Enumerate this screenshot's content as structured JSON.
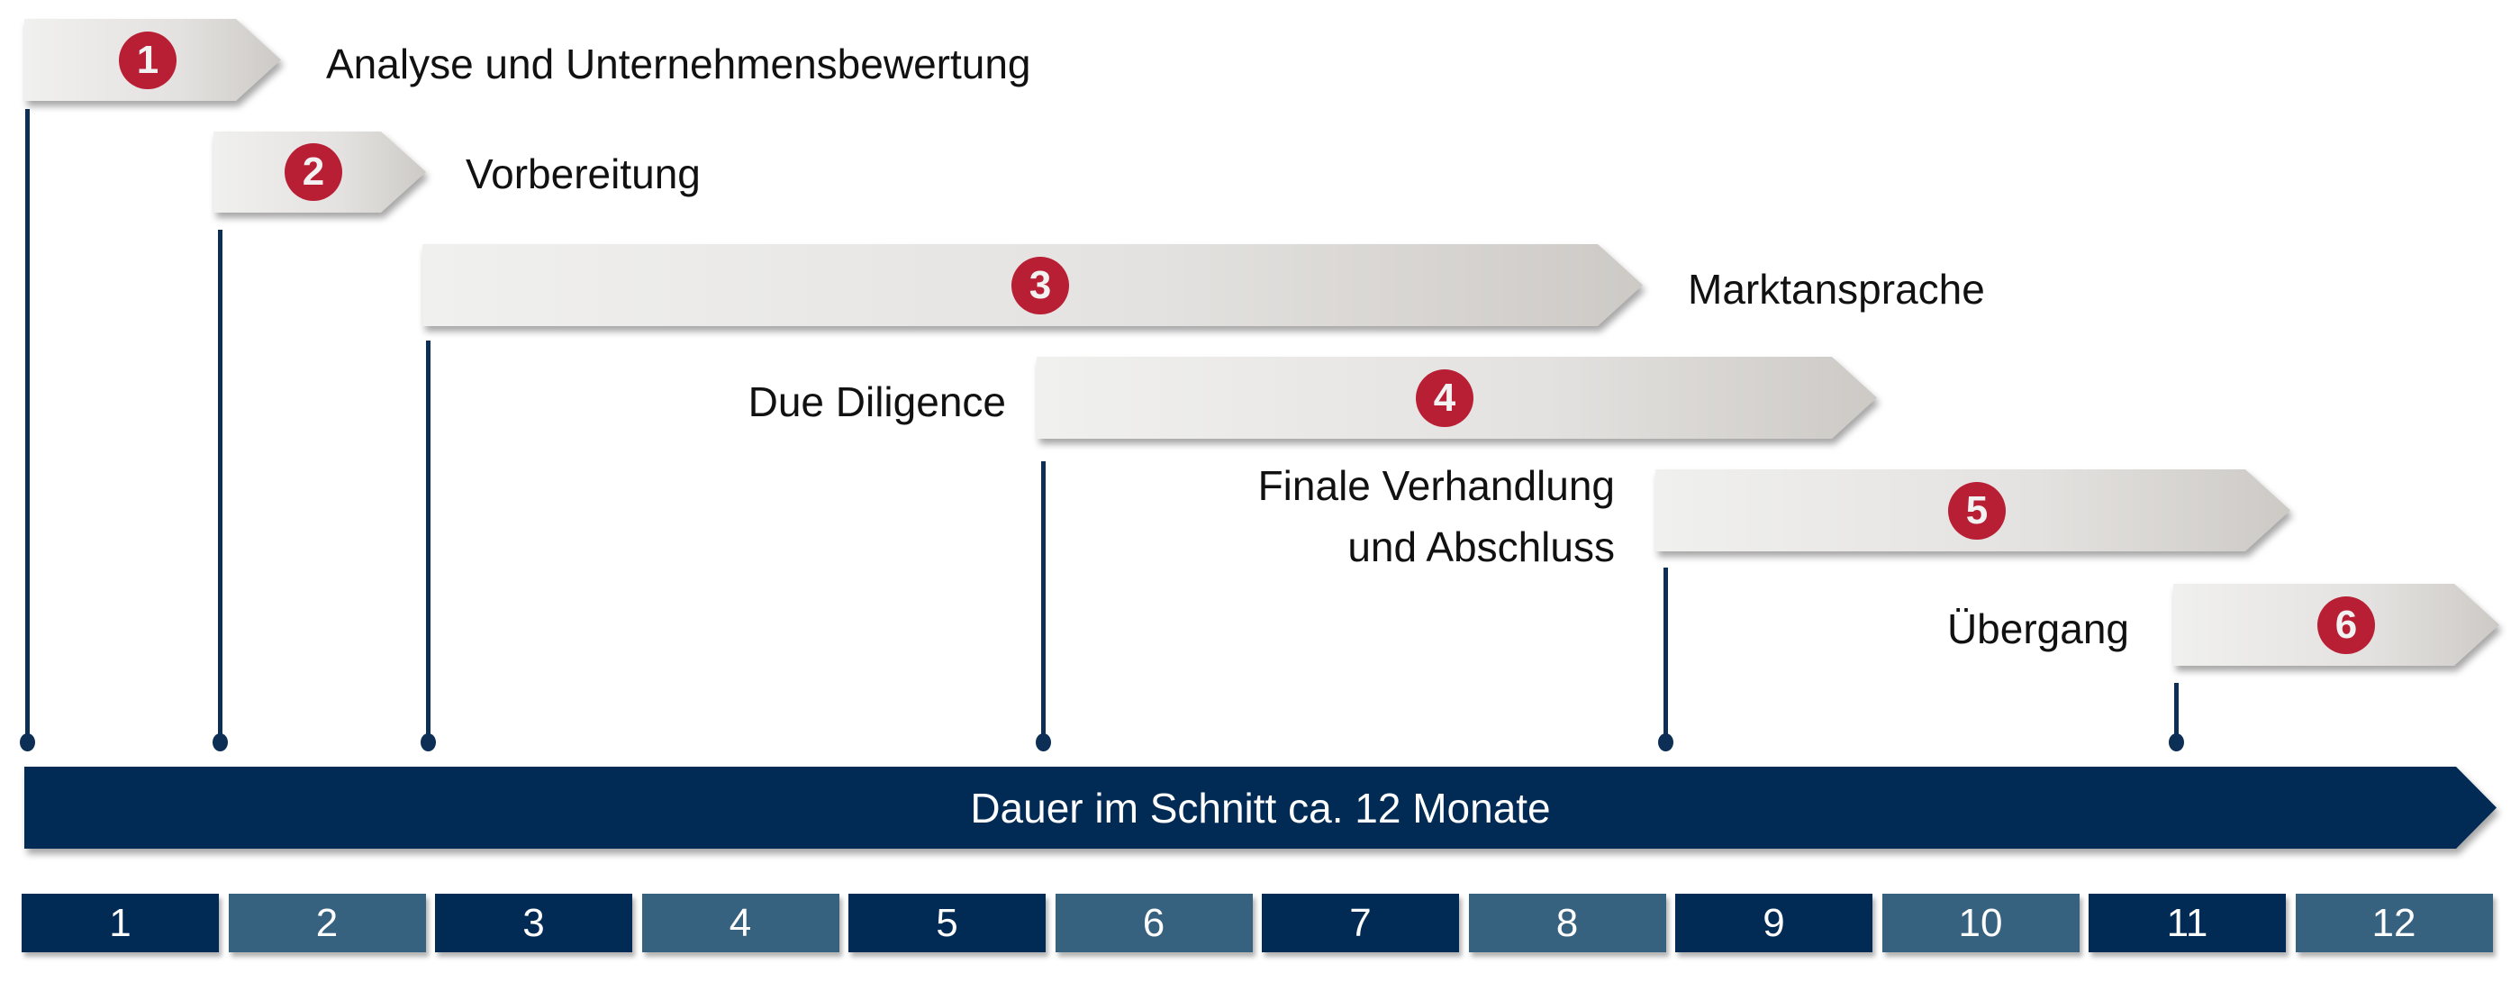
{
  "phases": [
    {
      "number": "1",
      "label": "Analyse und Unternehmensbewertung"
    },
    {
      "number": "2",
      "label": "Vorbereitung"
    },
    {
      "number": "3",
      "label": "Marktansprache"
    },
    {
      "number": "4",
      "label": "Due Diligence"
    },
    {
      "number": "5",
      "label_line1": "Finale Verhandlung",
      "label_line2": "und Abschluss"
    },
    {
      "number": "6",
      "label": "Übergang"
    }
  ],
  "timeline": {
    "label": "Dauer im Schnitt ca. 12 Monate"
  },
  "months": [
    "1",
    "2",
    "3",
    "4",
    "5",
    "6",
    "7",
    "8",
    "9",
    "10",
    "11",
    "12"
  ],
  "colors": {
    "navy": "#012b55",
    "steel": "#36617f",
    "red": "#b81e34"
  }
}
